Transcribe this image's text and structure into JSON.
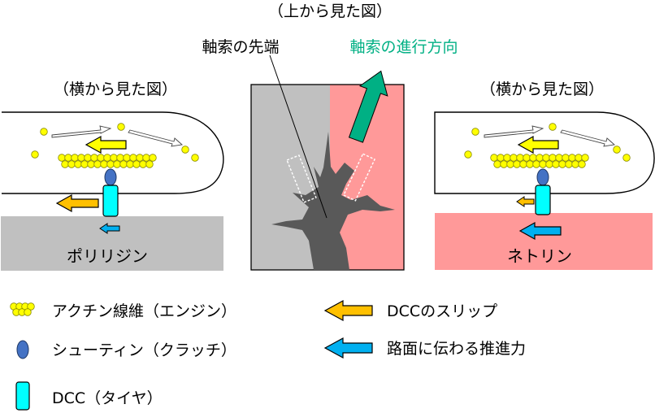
{
  "top_label": "（上から見た図）",
  "tip_label": "軸索の先端",
  "direction_label": "軸索の進行方向",
  "left_panel": {
    "view_label": "（横から見た図）",
    "substrate_label": "ポリリジン"
  },
  "right_panel": {
    "view_label": "（横から見た図）",
    "substrate_label": "ネトリン"
  },
  "legend": {
    "actin": "アクチン線維（エンジン）",
    "shootin": "シューティン（クラッチ）",
    "dcc": "DCC（タイヤ）",
    "dcc_slip": "DCCのスリップ",
    "propulsion": "路面に伝わる推進力"
  },
  "colors": {
    "actin_yellow": "#ffff00",
    "dcc_cyan": "#00ffff",
    "shootin_blue": "#4472c4",
    "slip_orange": "#ffc000",
    "propulsion_blue": "#00b0f0",
    "direction_green": "#00b084",
    "polylysine_gray": "#c0c0c0",
    "netrin_pink": "#ff9999",
    "growth_cone": "#595959"
  }
}
